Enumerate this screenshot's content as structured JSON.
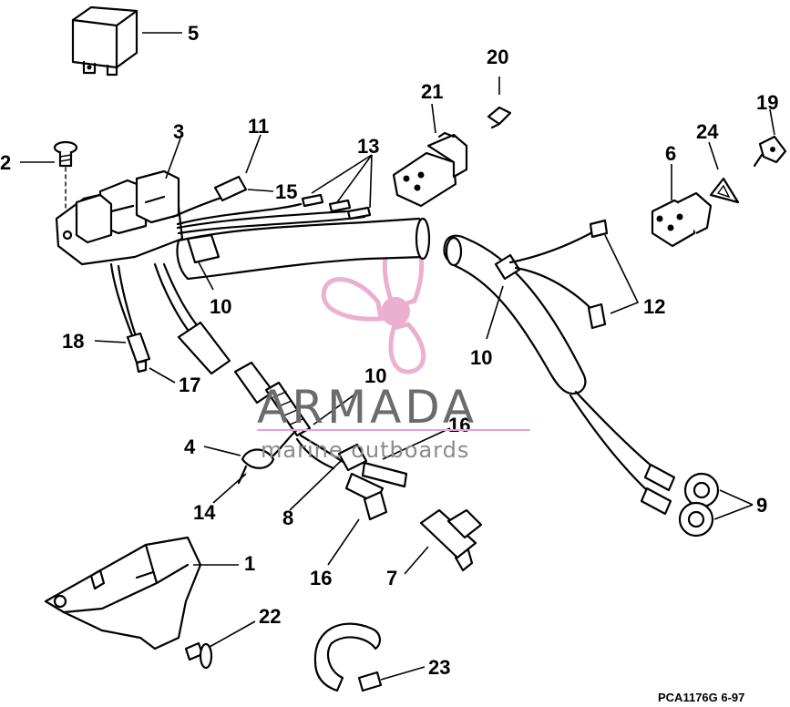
{
  "diagram": {
    "labels": {
      "l1": "1",
      "l2": "2",
      "l3": "3",
      "l4": "4",
      "l5": "5",
      "l6": "6",
      "l7": "7",
      "l8": "8",
      "l9": "9",
      "l10a": "10",
      "l10b": "10",
      "l10c": "10",
      "l11": "11",
      "l12": "12",
      "l13": "13",
      "l14": "14",
      "l15": "15",
      "l16a": "16",
      "l16b": "16",
      "l17": "17",
      "l18": "18",
      "l19": "19",
      "l20": "20",
      "l21": "21",
      "l22": "22",
      "l23": "23",
      "l24": "24"
    },
    "drawing_code": "PCA1176G  6-97"
  },
  "watermark": {
    "brand": "ARMADA",
    "tagline": "marine outboards",
    "logo_color": "#e8a3c8"
  }
}
